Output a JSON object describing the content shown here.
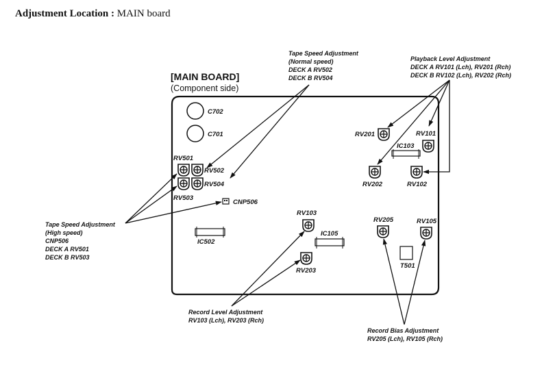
{
  "page": {
    "title_bold": "Adjustment Location :",
    "title_rest": " MAIN board"
  },
  "board": {
    "heading": "[MAIN BOARD]",
    "subheading": "(Component side)",
    "capacitors": [
      {
        "id": "C702",
        "label": "C702"
      },
      {
        "id": "C701",
        "label": "C701"
      }
    ],
    "potentiometers": [
      {
        "id": "RV501",
        "label": "RV501"
      },
      {
        "id": "RV502",
        "label": "RV502"
      },
      {
        "id": "RV503",
        "label": "RV503"
      },
      {
        "id": "RV504",
        "label": "RV504"
      },
      {
        "id": "RV201",
        "label": "RV201"
      },
      {
        "id": "RV101",
        "label": "RV101"
      },
      {
        "id": "RV202",
        "label": "RV202"
      },
      {
        "id": "RV102",
        "label": "RV102"
      },
      {
        "id": "RV103",
        "label": "RV103"
      },
      {
        "id": "RV203",
        "label": "RV203"
      },
      {
        "id": "RV205",
        "label": "RV205"
      },
      {
        "id": "RV105",
        "label": "RV105"
      }
    ],
    "ics": [
      {
        "id": "IC103",
        "label": "IC103"
      },
      {
        "id": "IC502",
        "label": "IC502"
      },
      {
        "id": "IC105",
        "label": "IC105"
      }
    ],
    "connectors": [
      {
        "id": "CNP506",
        "label": "CNP506"
      }
    ],
    "transformers": [
      {
        "id": "T501",
        "label": "T501"
      }
    ]
  },
  "notes": {
    "tape_normal": [
      "Tape Speed Adjustment",
      "(Normal speed)",
      "DECK A RV502",
      "DECK B RV504"
    ],
    "playback": [
      "Playback Level Adjustment",
      "DECK A RV101 (Lch), RV201 (Rch)",
      "DECK B RV102 (Lch), RV202 (Rch)"
    ],
    "tape_high": [
      "Tape Speed Adjustment",
      "(High speed)",
      "CNP506",
      "DECK A RV501",
      "DECK B RV503"
    ],
    "record_level": [
      "Record Level Adjustment",
      "RV103 (Lch), RV203 (Rch)"
    ],
    "record_bias": [
      "Record Bias Adjustment",
      "RV205 (Lch), RV105 (Rch)"
    ]
  }
}
